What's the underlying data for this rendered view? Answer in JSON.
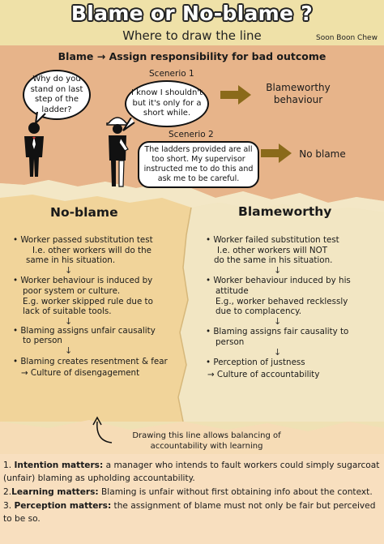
{
  "header": {
    "title": "Blame or No-blame ?",
    "subtitle": "Where to draw the line",
    "author": "Soon Boon Chew"
  },
  "definition": {
    "text": "Blame → Assign responsibility for bad outcome"
  },
  "scenario": {
    "manager_question": "Why do you stand on last step of the ladder?",
    "scenario1_label": "Scenerio 1",
    "scenario1_text": "I know I shouldn't but it's only for a short while.",
    "scenario1_outcome": "Blameworthy behaviour",
    "scenario2_label": "Scenerio 2",
    "scenario2_text": "The ladders provided are all too short. My supervisor instructed me to do this and ask me to be careful.",
    "scenario2_outcome": "No blame"
  },
  "no_blame": {
    "heading": "No-blame",
    "p1_a": "• Worker passed substitution test",
    "p1_b": "I.e. other workers will do the",
    "p1_c": "same in his situation.",
    "p2_a": "• Worker behaviour is induced by",
    "p2_b": "poor system or culture.",
    "p2_c": "E.g. worker skipped rule due to",
    "p2_d": "lack of suitable tools.",
    "p3_a": "• Blaming assigns unfair causality",
    "p3_b": "to person",
    "p4_a": "• Blaming creates resentment & fear",
    "p4_b": "→ Culture of disengagement"
  },
  "blameworthy": {
    "heading": "Blameworthy",
    "p1_a": "• Worker failed substitution test",
    "p1_b": "I.e. other workers will NOT",
    "p1_c": "do the same in his situation.",
    "p2_a": "• Worker behaviour induced by his",
    "p2_b": "attitude",
    "p2_c": "E.g., worker behaved recklessly",
    "p2_d": "due to complacency.",
    "p3_a": "• Blaming assigns fair causality to",
    "p3_b": "person",
    "p4_a": "• Perception of justness",
    "p4_b": "→ Culture of accountability"
  },
  "down_arrow": "↓",
  "balance_note": "Drawing this line allows balancing of accountability with learning",
  "lessons": {
    "l1_num": "1.",
    "l1_title": "Intention matters:",
    "l1_text": " a manager who intends to fault workers could simply sugarcoat (unfair) blaming as upholding accountability.",
    "l2_num": "2.",
    "l2_title": "Learning matters:",
    "l2_text": " Blaming is unfair without first obtaining info about the context.",
    "l3_num": "3.",
    "l3_title": "Perception matters:",
    "l3_text": " the assignment of blame must not only be fair but perceived to be so."
  },
  "colors": {
    "band": "#efe1a8",
    "top_bg": "#e7b48a",
    "left_panel": "#f1d49a",
    "right_panel": "#f2e6c3",
    "arrow": "#8a6a1a",
    "torn_paper": "#f3e7c6"
  }
}
